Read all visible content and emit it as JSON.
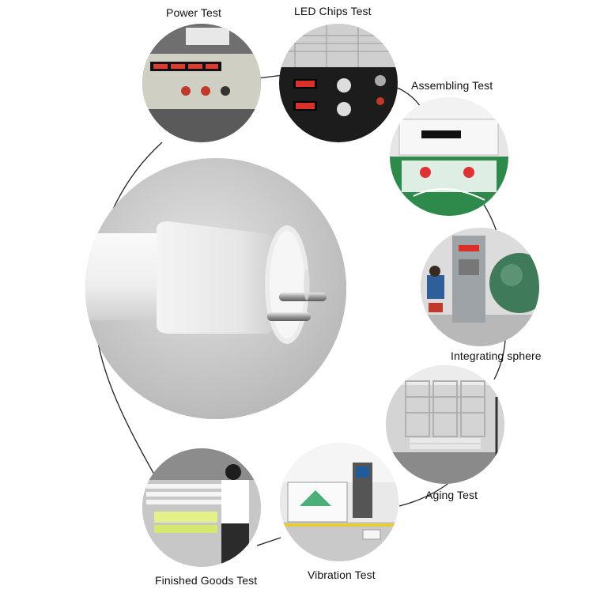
{
  "labels": {
    "power_test": "Power Test",
    "led_chips_test": "LED Chips Test",
    "assembling_test": "Assembling Test",
    "integrating_sphere": "Integrating sphere",
    "aging_test": "Aging Test",
    "vibration_test": "Vibration Test",
    "finished_goods_test": "Finished Goods Test"
  },
  "center_photo": "led-tube-endcap-photo",
  "colors": {
    "ring_line": "#222222",
    "label_text": "#111111"
  }
}
